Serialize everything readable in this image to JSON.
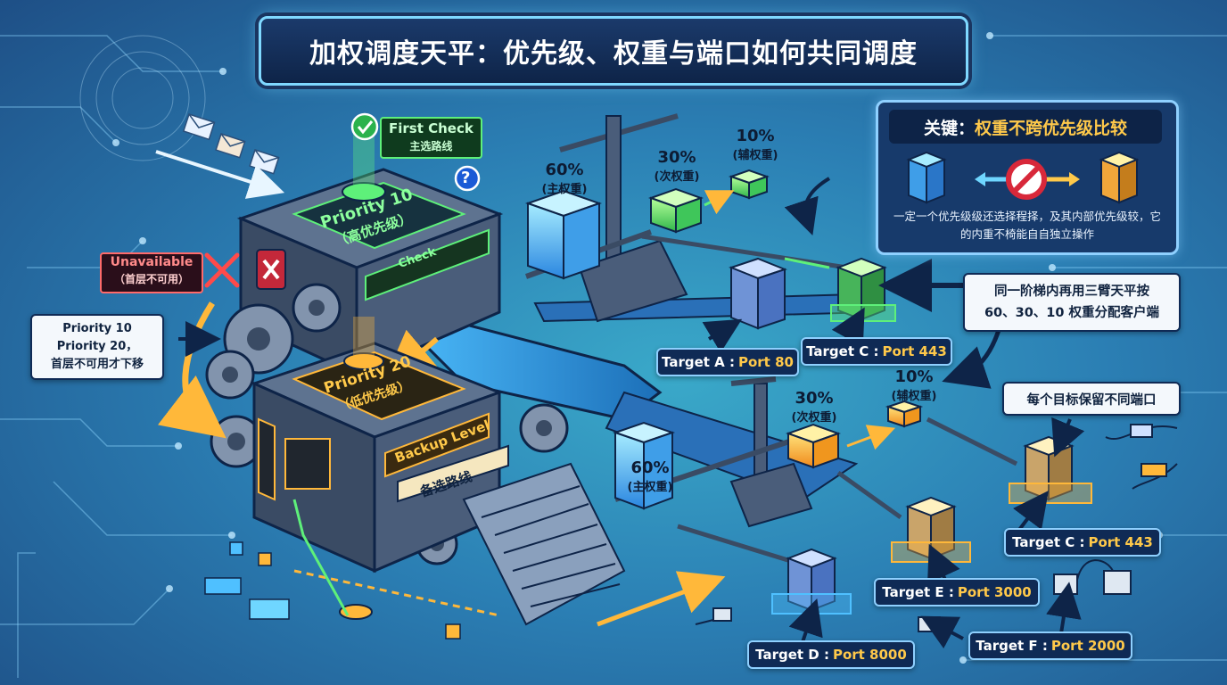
{
  "title": "加权调度天平：优先级、权重与端口如何共同调度",
  "key_panel": {
    "label": "关键：",
    "highlight": "权重不跨优先级比较",
    "note": "一定一个优先级级还选择程择，及其内部优先级较，它的内重不椅能自自独立操作"
  },
  "priority_box": [
    "Priority 10",
    "Priority 20，",
    "首层不可用才下移"
  ],
  "unavailable": {
    "title": "Unavailable",
    "sub": "（首层不可用）"
  },
  "first_check": {
    "title": "First Check",
    "sub": "主选路线"
  },
  "priority10": {
    "title": "Priority 10",
    "sub": "（高优先级）"
  },
  "check_banner": "Check",
  "priority20": {
    "title": "Priority 20",
    "sub": "（低优先级）"
  },
  "backup_level": "Backup Level",
  "backup_route": "备选路线",
  "upper_weights": [
    {
      "value": "60%",
      "label": "(主权重)"
    },
    {
      "value": "30%",
      "label": "(次权重)"
    },
    {
      "value": "10%",
      "label": "(辅权重)"
    }
  ],
  "lower_weights": [
    {
      "value": "60%",
      "label": "(主权重)"
    },
    {
      "value": "30%",
      "label": "(次权重)"
    },
    {
      "value": "10%",
      "label": "(辅权重)"
    }
  ],
  "same_tier_note": [
    "同一阶梯内再用三臂天平按",
    "60、30、10 权重分配客户端"
  ],
  "port_note": "每个目标保留不同端口",
  "targets": {
    "a": {
      "name": "Target A :",
      "port": "Port 80"
    },
    "c_upper": {
      "name": "Target C :",
      "port": "Port 443"
    },
    "c_lower": {
      "name": "Target C :",
      "port": "Port 443"
    },
    "e": {
      "name": "Target E :",
      "port": "Port 3000"
    },
    "d": {
      "name": "Target D :",
      "port": "Port 8000"
    },
    "f": {
      "name": "Target F :",
      "port": "Port 2000"
    }
  },
  "icons": [
    "envelope-icon",
    "check-icon",
    "question-icon",
    "cross-icon",
    "gear-icon",
    "server-icon",
    "no-entry-icon",
    "usb-plug-icon",
    "ethernet-plug-icon",
    "arrow-icon"
  ],
  "colors": {
    "primary_tier": "#5ef07a",
    "backup_tier": "#ffb83a",
    "unavailable": "#ff5a5a",
    "accent": "#ffc94a",
    "panel": "#0f2a55"
  }
}
